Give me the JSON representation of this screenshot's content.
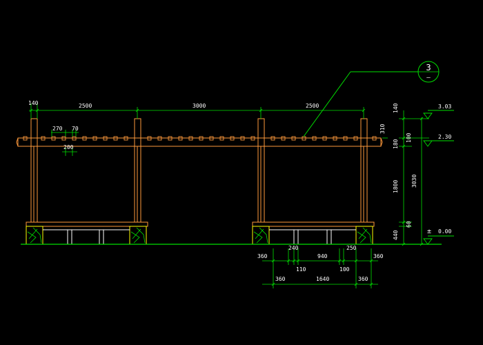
{
  "drawing": {
    "colors": {
      "background": "#000000",
      "structure": "#ff9a3c",
      "dimension": "#00e000",
      "text": "#ffffff",
      "stone": "#ffff00"
    },
    "callout": {
      "number": "3",
      "sub": "–"
    },
    "top_dims": {
      "post_width": "140",
      "span_left": "2500",
      "span_mid": "3000",
      "span_right": "2500"
    },
    "rafter_dims": {
      "spacing": "270",
      "width": "70",
      "offset": "200"
    },
    "beam_height": "310",
    "vertical_dims": {
      "top": "140",
      "beam": "180",
      "gap": "100",
      "post": "1800",
      "overall": "3030",
      "base_a": "60",
      "base_b": "440"
    },
    "levels": {
      "top": "3.03",
      "mid": "2.30",
      "ground_symbol": "±",
      "ground": "0.00"
    },
    "bench_dims": {
      "row1": [
        "360",
        "240",
        "110",
        "940",
        "100",
        "250",
        "360"
      ],
      "row2": [
        "360",
        "1640",
        "360"
      ]
    }
  }
}
